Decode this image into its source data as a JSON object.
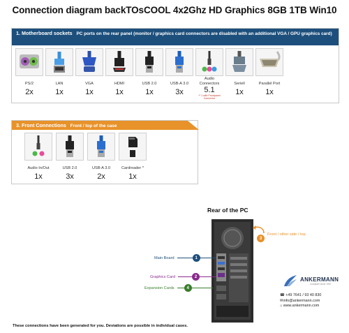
{
  "title": "Connection diagram backTOsCOOL 4x2Ghz HD Graphics 8GB 1TB Win10",
  "motherboard": {
    "number": "1. Motherboard sockets",
    "description": "PC ports on the rear panel (monitor / graphics card connectors are disabled with an additional VGA / GPU graphics card)",
    "ports": [
      {
        "label": "PS/2",
        "count": "2x",
        "icon": "ps2-port-icon"
      },
      {
        "label": "LAN",
        "count": "1x",
        "icon": "lan-cable-icon"
      },
      {
        "label": "VGA",
        "count": "1x",
        "icon": "vga-cable-icon"
      },
      {
        "label": "HDMI",
        "count": "1x",
        "icon": "hdmi-cable-icon"
      },
      {
        "label": "USB 2.0",
        "count": "1x",
        "icon": "usb2-cable-icon"
      },
      {
        "label": "USB-A 3.0",
        "count": "3x",
        "icon": "usb3-cable-icon"
      },
      {
        "label": "Audio Connectors",
        "count": "5.1",
        "note": "** 1 with Frontpanel Connector",
        "icon": "audio-jack-icon"
      },
      {
        "label": "Seriell",
        "count": "1x",
        "icon": "serial-cable-icon"
      },
      {
        "label": "Parallel Port",
        "count": "1x",
        "icon": "parallel-port-icon"
      }
    ]
  },
  "front": {
    "number": "3. Front Connections",
    "description": "Front / top of the case",
    "ports": [
      {
        "label": "Audio In/Out",
        "count": "1x",
        "icon": "audio-jack-icon"
      },
      {
        "label": "USB 2.0",
        "count": "3x",
        "icon": "usb2-cable-icon"
      },
      {
        "label": "USB-A 3.0",
        "count": "2x",
        "icon": "usb3-cable-icon"
      },
      {
        "label": "Cardreader *",
        "count": "1x",
        "icon": "sd-card-icon"
      }
    ]
  },
  "rear": {
    "title": "Rear of the PC",
    "callouts": [
      {
        "num": "1",
        "label": "Main Board",
        "color": "#1d4f7c"
      },
      {
        "num": "2",
        "label": "Graphics Card",
        "color": "#8a2b8f"
      },
      {
        "num": "3",
        "label": "Front / other side / top",
        "color": "#e8922a"
      },
      {
        "num": "4",
        "label": "Expansion Cards",
        "color": "#3a7d2c"
      }
    ]
  },
  "company": {
    "name": "ANKERMANN",
    "tagline": "Computer since 1997",
    "phone": "+49 7641 / 93 40 830",
    "email": "info@ankermann.com",
    "web": "www.ankermann.com"
  },
  "footer": "These connections have been generated for you. Deviations are possible in individual cases."
}
